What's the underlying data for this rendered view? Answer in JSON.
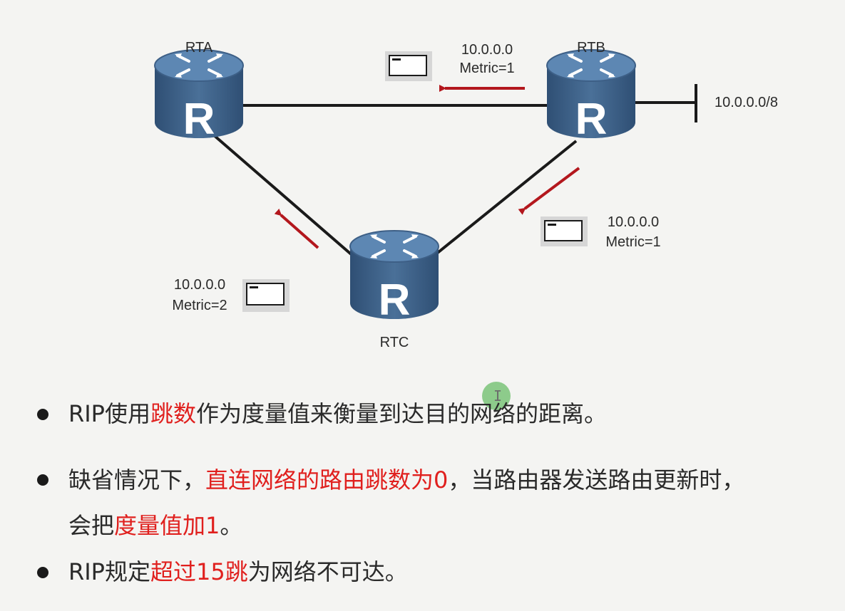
{
  "routers": {
    "rta": {
      "name": "RTA",
      "glyph": "R"
    },
    "rtb": {
      "name": "RTB",
      "glyph": "R"
    },
    "rtc": {
      "name": "RTC",
      "glyph": "R"
    }
  },
  "network_label": "10.0.0.0/8",
  "updates": [
    {
      "network": "10.0.0.0",
      "metric": "Metric=1"
    },
    {
      "network": "10.0.0.0",
      "metric": "Metric=1"
    },
    {
      "network": "10.0.0.0",
      "metric": "Metric=2"
    }
  ],
  "colors": {
    "router_body": "#3d5f86",
    "router_top": "#5d87b3",
    "arrow": "#b3171d",
    "highlight": "#e0201e",
    "link": "#1a1a1a"
  },
  "bullets": [
    {
      "parts": [
        {
          "t": "RIP使用",
          "h": false
        },
        {
          "t": "跳数",
          "h": true
        },
        {
          "t": "作为度量值来衡量到达目的网络的距离。",
          "h": false
        }
      ]
    },
    {
      "parts": [
        {
          "t": "缺省情况下，",
          "h": false
        },
        {
          "t": "直连网络的路由跳数为0",
          "h": true
        },
        {
          "t": "，当路由器发送路由更新时，",
          "h": false
        }
      ],
      "parts2": [
        {
          "t": "会把",
          "h": false
        },
        {
          "t": "度量值加1",
          "h": true
        },
        {
          "t": "。",
          "h": false
        }
      ]
    },
    {
      "parts": [
        {
          "t": "RIP规定",
          "h": false
        },
        {
          "t": "超过15跳",
          "h": true
        },
        {
          "t": "为网络不可达。",
          "h": false
        }
      ]
    }
  ],
  "cursor_icon": "text-cursor-icon"
}
